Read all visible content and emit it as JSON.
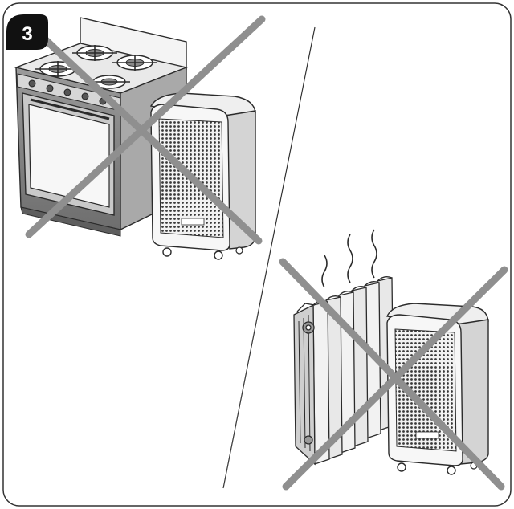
{
  "step": {
    "number": "3"
  },
  "colors": {
    "ink": "#2b2b2b",
    "cross": "#8f8f8f",
    "panel_dark": "#7d7d7d",
    "panel_mid": "#b8b8b8",
    "panel_light": "#e6e6e6",
    "grille": "#4a4a4a",
    "badge": "#111111"
  },
  "scenes": [
    {
      "id": "stove-and-dehumidifier",
      "prohibited": true
    },
    {
      "id": "radiator-and-dehumidifier",
      "prohibited": true
    }
  ]
}
